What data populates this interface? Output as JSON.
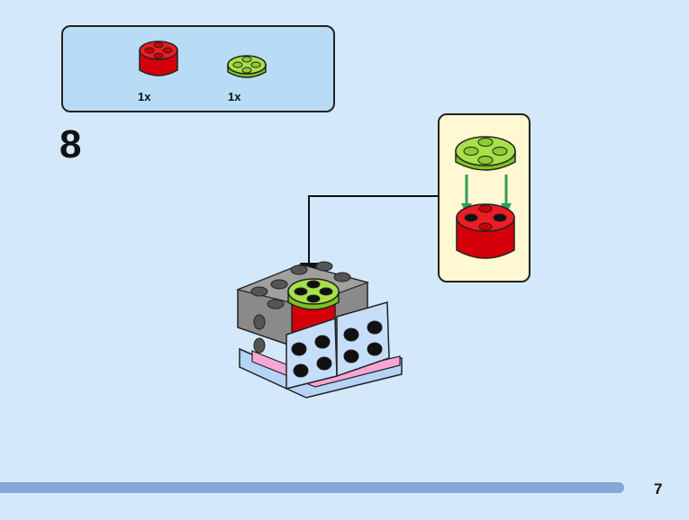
{
  "step": {
    "number": "8"
  },
  "parts_list": {
    "items": [
      {
        "name": "red-round-brick",
        "color": "#e3000b",
        "quantity": "1x"
      },
      {
        "name": "lime-round-plate",
        "color": "#9fdb3a",
        "quantity": "1x"
      }
    ]
  },
  "callout": {
    "arrow_color": "#2e9e5b"
  },
  "footer": {
    "page_number": "7",
    "progress_color": "#86a6d8"
  }
}
